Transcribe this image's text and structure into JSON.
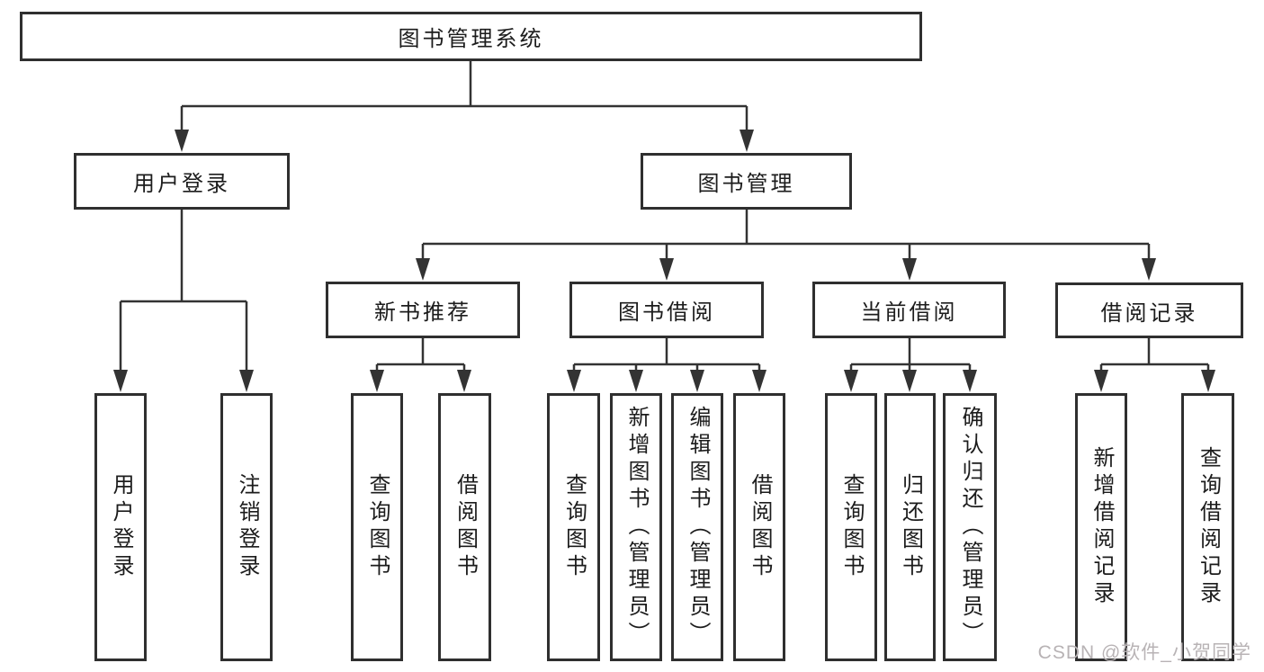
{
  "diagram": {
    "root": {
      "label": "图书管理系统"
    },
    "branches": [
      {
        "label": "用户登录",
        "children": [
          {
            "label": "用户登录"
          },
          {
            "label": "注销登录"
          }
        ]
      },
      {
        "label": "图书管理",
        "children": [
          {
            "label": "新书推荐",
            "children": [
              {
                "label": "查询图书"
              },
              {
                "label": "借阅图书"
              }
            ]
          },
          {
            "label": "图书借阅",
            "children": [
              {
                "label": "查询图书"
              },
              {
                "label": "新增图书（管理员）"
              },
              {
                "label": "编辑图书（管理员）"
              },
              {
                "label": "借阅图书"
              }
            ]
          },
          {
            "label": "当前借阅",
            "children": [
              {
                "label": "查询图书"
              },
              {
                "label": "归还图书"
              },
              {
                "label": "确认归还（管理员）"
              }
            ]
          },
          {
            "label": "借阅记录",
            "children": [
              {
                "label": "新增借阅记录"
              },
              {
                "label": "查询借阅记录"
              }
            ]
          }
        ]
      }
    ]
  },
  "watermark": {
    "text": "CSDN @软件_小贺同学"
  },
  "colors": {
    "line": "#333333",
    "box_border": "#2f2f2f",
    "box_background": "#ffffff",
    "text": "#1c1c1c",
    "watermark": "#b8b3b5",
    "page_background": "#ffffff"
  }
}
